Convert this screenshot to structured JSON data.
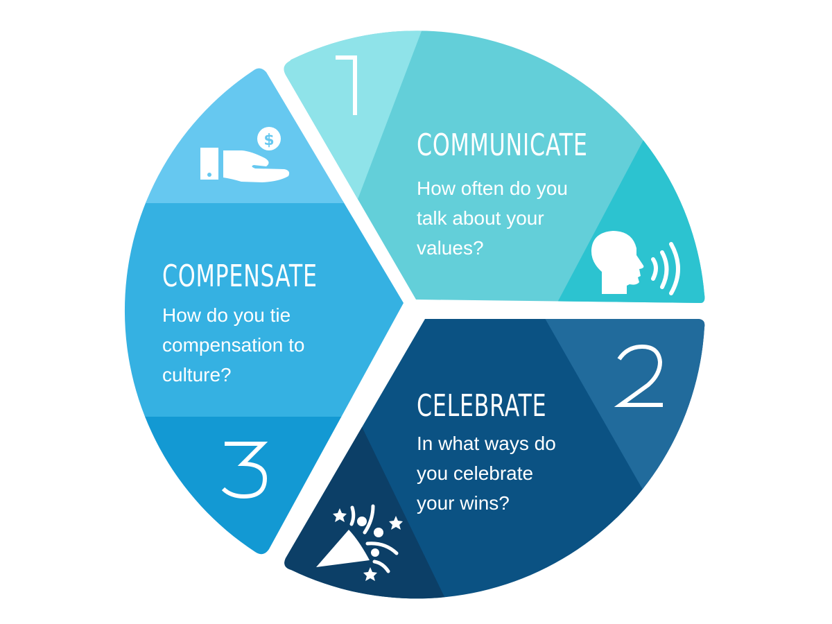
{
  "diagram": {
    "type": "three-segment culture cycle wheel",
    "colors": {
      "background": "#ffffff",
      "communicate_light": "#8fe3e9",
      "communicate_mid": "#63cfd9",
      "communicate_dark": "#2cc3d0",
      "celebrate_light": "#216b9c",
      "celebrate_mid": "#0b5283",
      "celebrate_dark": "#0c3f67",
      "compensate_light": "#66c8f0",
      "compensate_mid": "#35b1e2",
      "compensate_dark": "#1399d3",
      "text": "#ffffff"
    },
    "segments": [
      {
        "number": "1",
        "title": "COMMUNICATE",
        "question": "How often do you\ntalk about your\nvalues?",
        "icon": "speaking-head-icon"
      },
      {
        "number": "2",
        "title": "CELEBRATE",
        "question": "In what ways do\nyou celebrate\nyour wins?",
        "icon": "party-popper-icon"
      },
      {
        "number": "3",
        "title": "COMPENSATE",
        "question": "How do you tie\ncompensation to\nculture?",
        "icon": "hand-with-coin-icon"
      }
    ]
  }
}
